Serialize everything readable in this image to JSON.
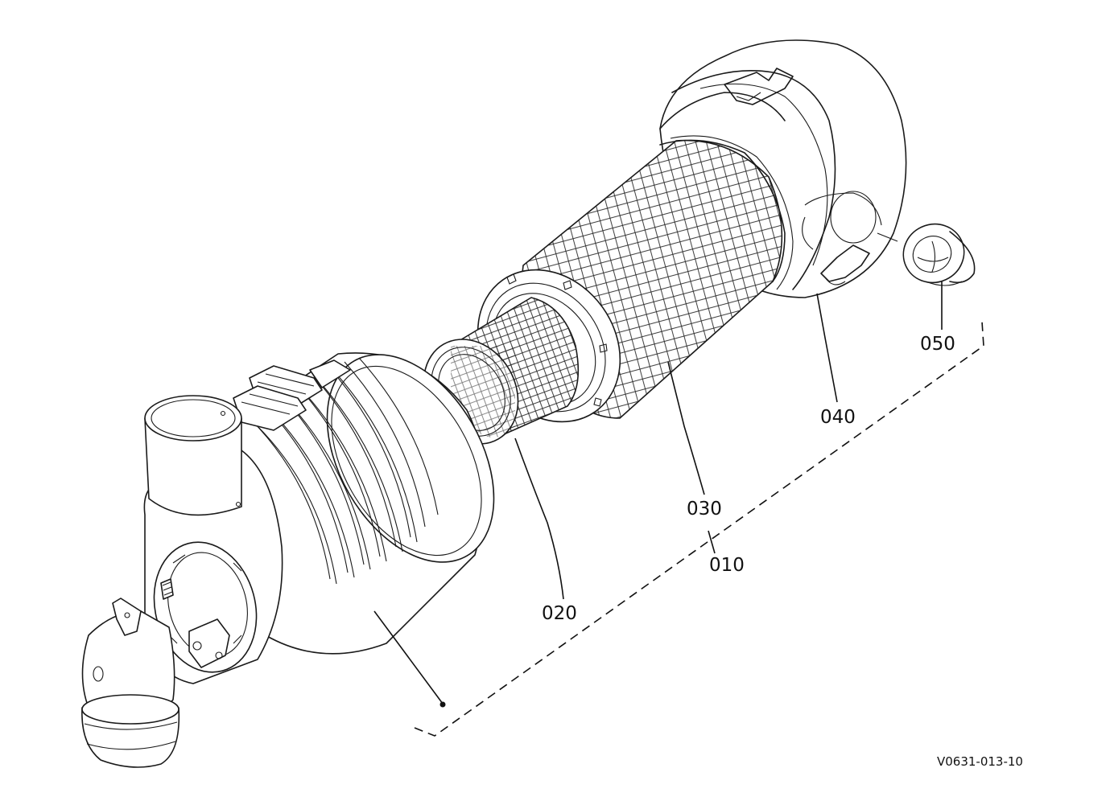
{
  "diagram": {
    "reference_code": "V0631-013-10",
    "parts": [
      {
        "id": "010",
        "label": "010"
      },
      {
        "id": "020",
        "label": "020"
      },
      {
        "id": "030",
        "label": "030"
      },
      {
        "id": "040",
        "label": "040"
      },
      {
        "id": "050",
        "label": "050"
      }
    ]
  }
}
